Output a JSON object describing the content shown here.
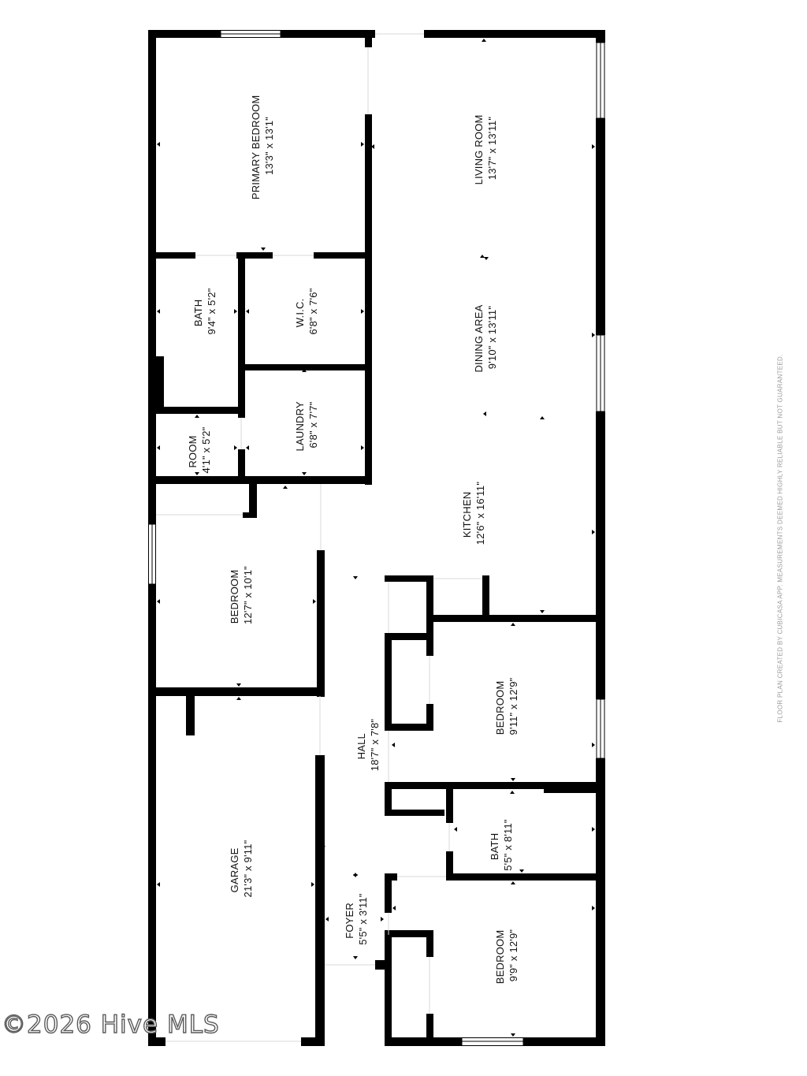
{
  "rooms": {
    "primary_bedroom": {
      "name": "PRIMARY BEDROOM",
      "size": "13'3\" x 13'1\""
    },
    "living_room": {
      "name": "LIVING ROOM",
      "size": "13'7\" x 13'11\""
    },
    "bath_primary": {
      "name": "BATH",
      "size": "9'4\" x 5'2\""
    },
    "wic": {
      "name": "W.I.C.",
      "size": "6'8\" x 7'6\""
    },
    "dining_area": {
      "name": "DINING AREA",
      "size": "9'10\" x 13'11\""
    },
    "room_small": {
      "name": "ROOM",
      "size": "4'1\" x 5'2\""
    },
    "laundry": {
      "name": "LAUNDRY",
      "size": "6'8\" x 7'7\""
    },
    "kitchen": {
      "name": "KITCHEN",
      "size": "12'6\" x 16'11\""
    },
    "bedroom_left": {
      "name": "BEDROOM",
      "size": "12'7\" x 10'1\""
    },
    "bedroom_right": {
      "name": "BEDROOM",
      "size": "9'11\" x 12'9\""
    },
    "hall": {
      "name": "HALL",
      "size": "18'7\" x 7'8\""
    },
    "garage": {
      "name": "GARAGE",
      "size": "21'3\" x 9'11\""
    },
    "bath_hall": {
      "name": "BATH",
      "size": "5'5\" x 8'11\""
    },
    "foyer": {
      "name": "FOYER",
      "size": "5'5\" x 3'11\""
    },
    "bedroom_bottom": {
      "name": "BEDROOM",
      "size": "9'9\" x 12'9\""
    }
  },
  "disclaimer": "FLOOR PLAN CREATED BY CUBICASA APP. MEASUREMENTS DEEMED HIGHLY RELIABLE BUT NOT GUARANTEED.",
  "watermark": "©2026 Hive MLS",
  "colors": {
    "wall": "#000000",
    "background": "#ffffff",
    "watermark": "#5a5a5a",
    "disclaimer": "#9a9a9a"
  }
}
